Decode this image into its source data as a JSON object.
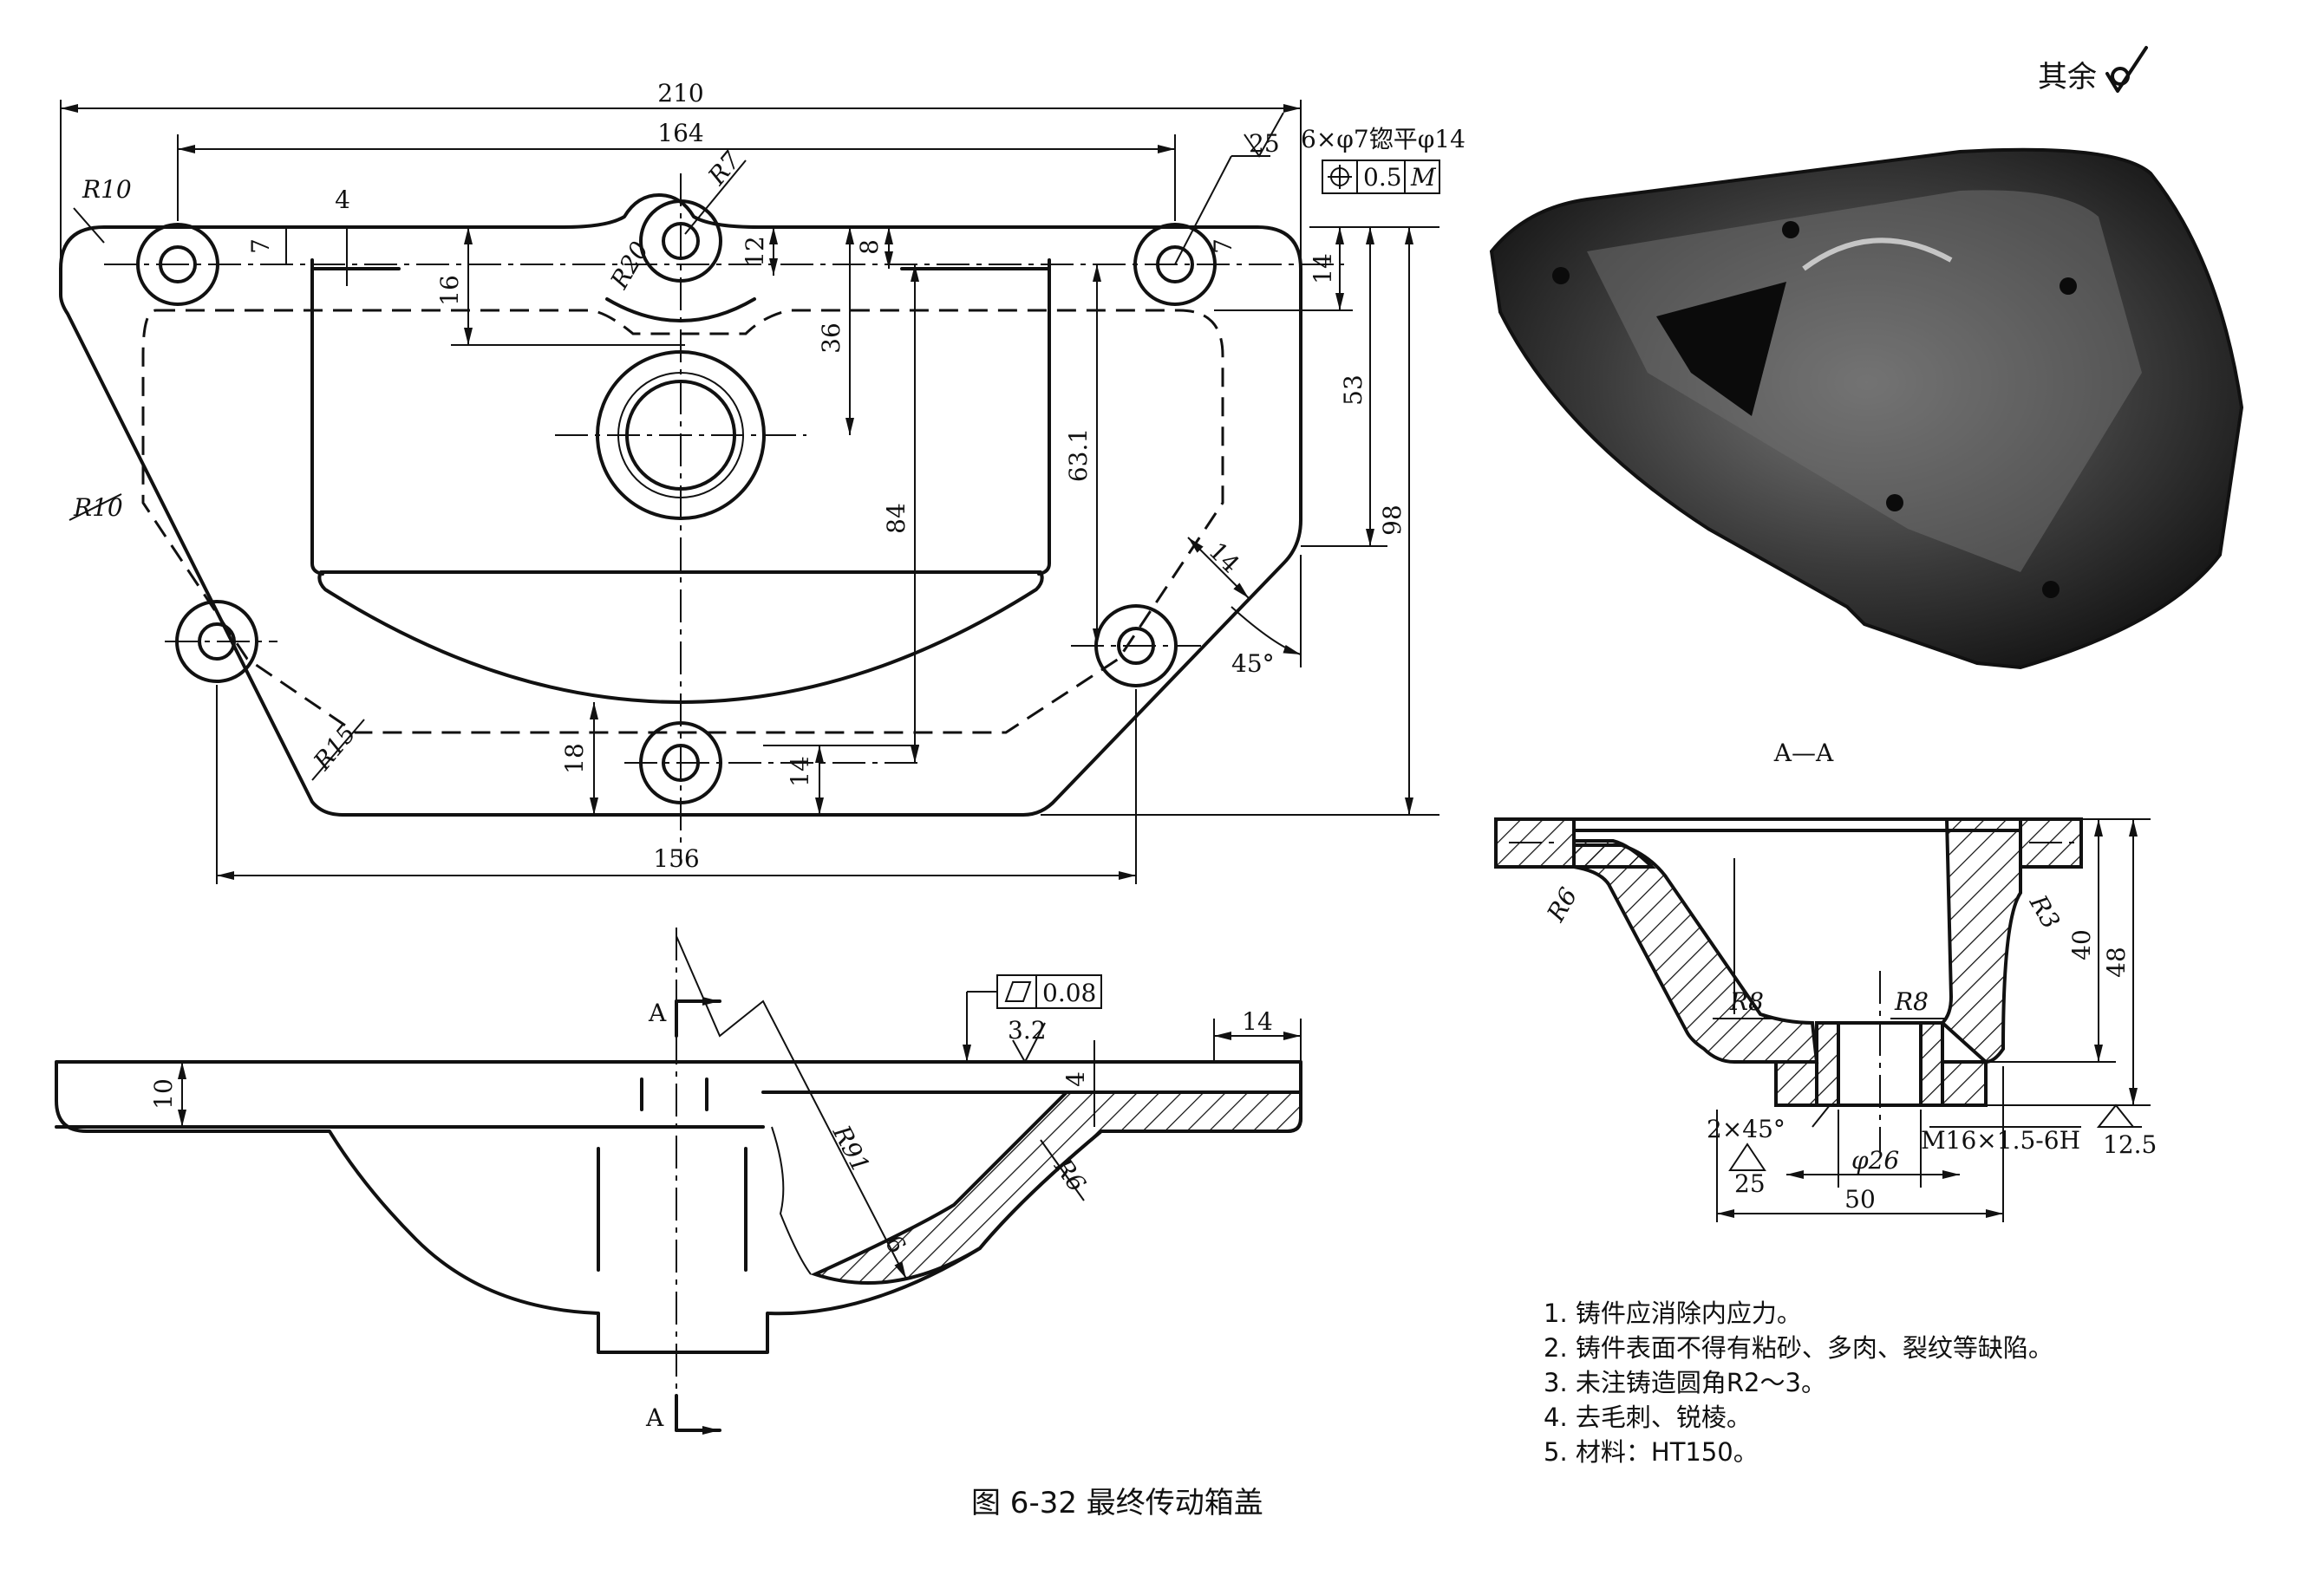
{
  "drawing": {
    "caption": "图 6-32    最终传动箱盖",
    "roughness_else_label": "其余",
    "top_view": {
      "overall_width": "210",
      "bolt_pitch": "164",
      "bottom_bolt_span": "156",
      "hole_spec": "6×φ7锪平φ14",
      "hole_roughness": "25",
      "position_tolerance": "0.5",
      "position_modifier": "M",
      "corner_radius_top": "R10",
      "corner_radius_side": "R10",
      "corner_radius_bottom": "R15",
      "center_boss_radius": "R7",
      "center_arc_radius": "R20",
      "dim_4": "4",
      "dim_7_left": "7",
      "dim_7_right": "7",
      "dim_16": "16",
      "dim_12": "12",
      "dim_8": "8",
      "dim_36": "36",
      "dim_14_top": "14",
      "dim_53": "53",
      "dim_98": "98",
      "dim_84": "84",
      "dim_63": "63.1",
      "dim_14_chamfer": "14",
      "angle_45": "45°",
      "dim_18": "18",
      "dim_14_bottom": "14"
    },
    "front_view": {
      "section_mark_top": "A",
      "section_mark_bottom": "A",
      "flatness_value": "0.08",
      "roughness_top": "3.2",
      "flange_width": "14",
      "flange_thickness": "10",
      "wall_step": "4",
      "radius_r91": "R91",
      "radius_r6": "R6",
      "wall_6": "6"
    },
    "section_view": {
      "title": "A—A",
      "r6": "R6",
      "r3": "R3",
      "r8_left": "R8",
      "r8_right": "R8",
      "height_40": "40",
      "height_48": "48",
      "chamfer": "2×45°",
      "thread": "M16×1.5-6H",
      "roughness_12_5": "12.5",
      "roughness_25": "25",
      "bore_dia": "φ26",
      "width_50": "50"
    },
    "notes": [
      "1. 铸件应消除内应力。",
      "2. 铸件表面不得有粘砂、多肉、裂纹等缺陷。",
      "3. 未注铸造圆角R2～3。",
      "4. 去毛刺、锐棱。",
      "5. 材料：HT150。"
    ]
  }
}
